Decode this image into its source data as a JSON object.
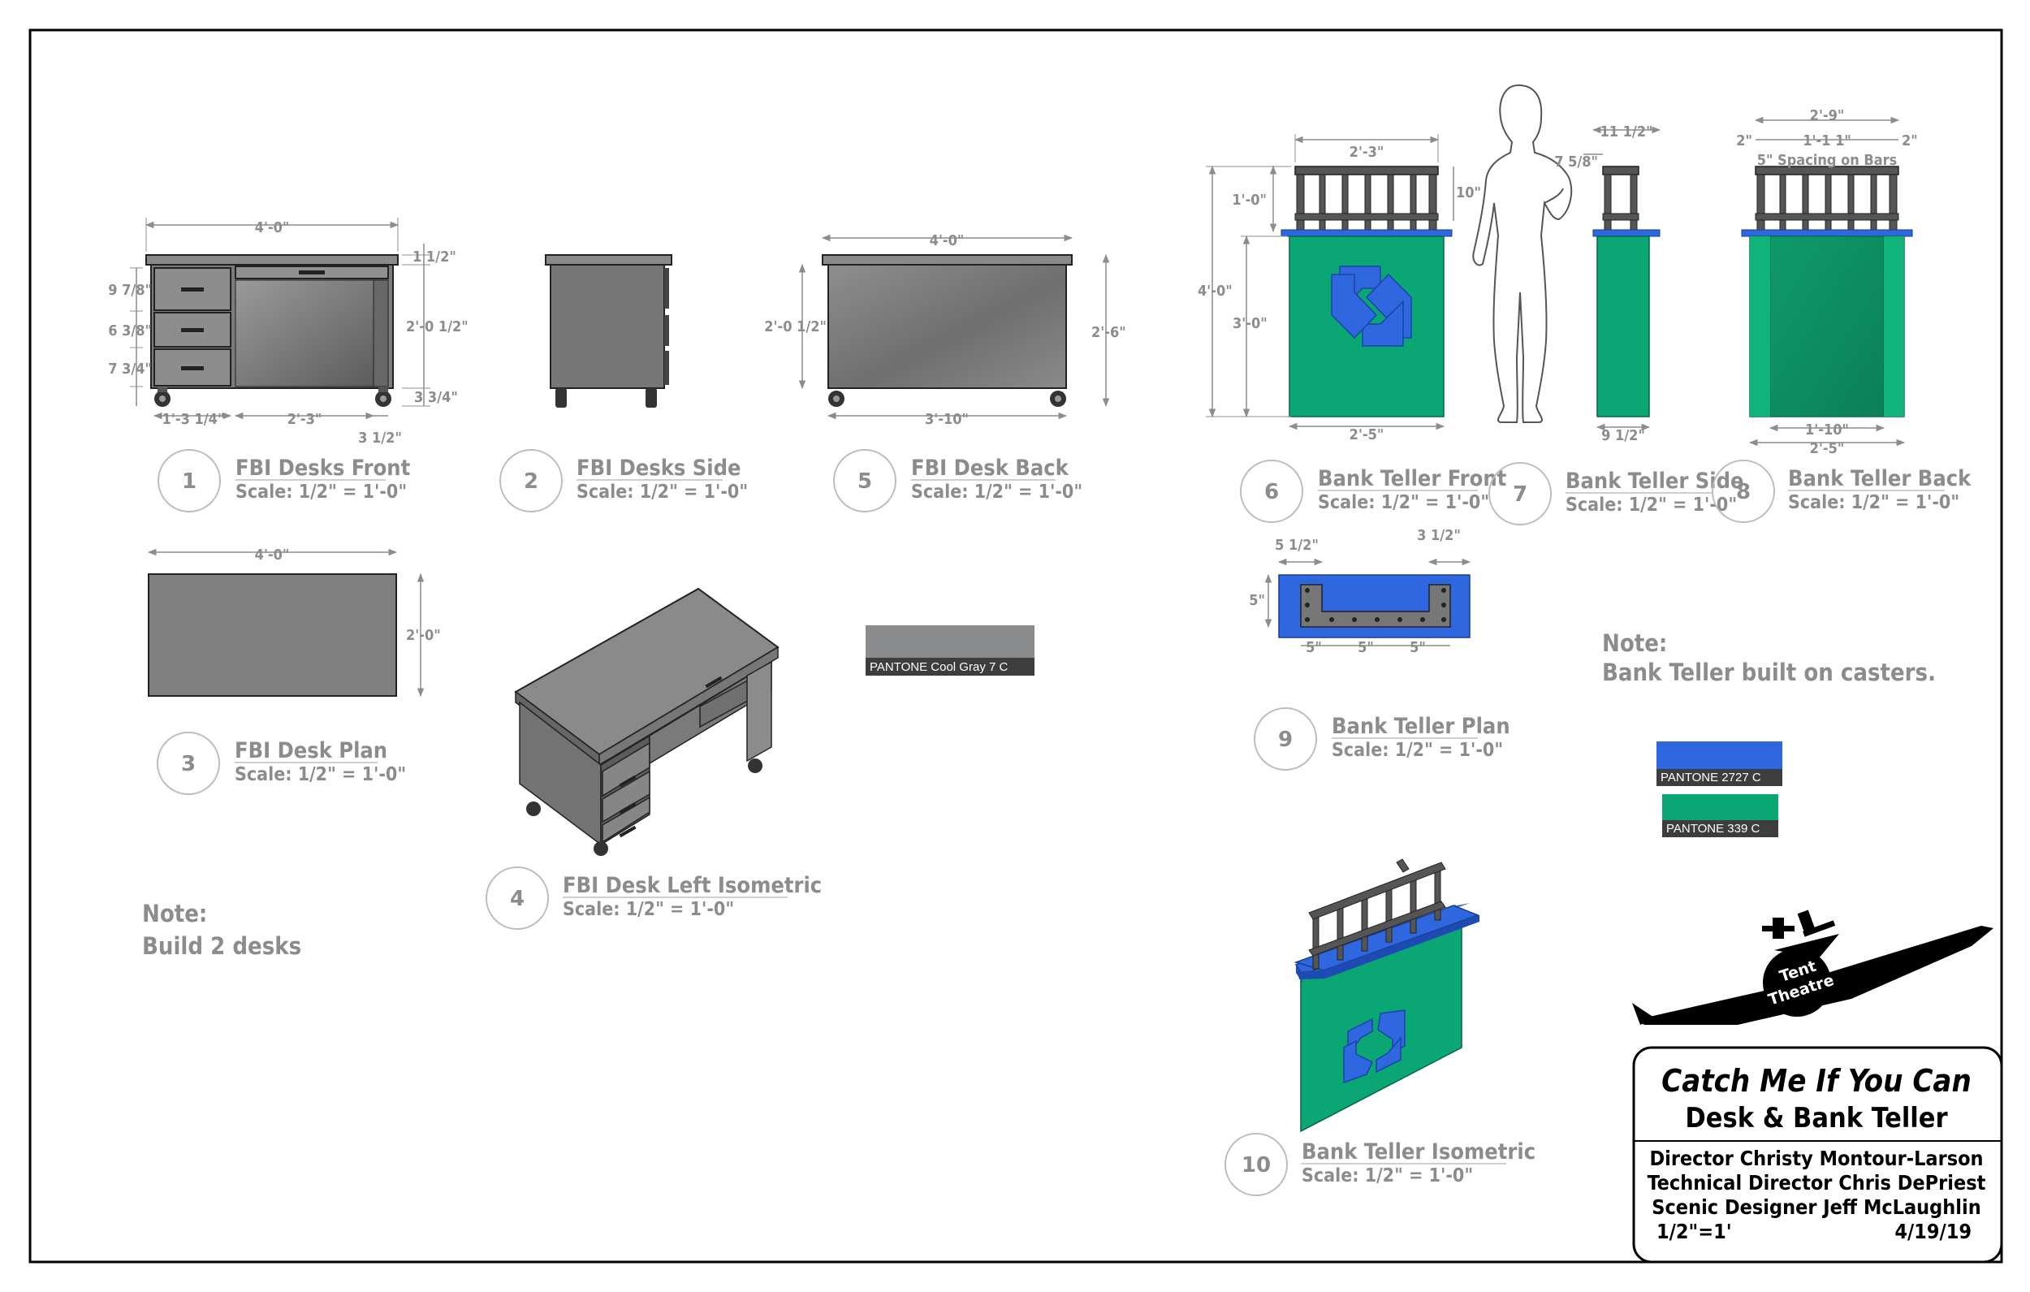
{
  "views": {
    "v1": {
      "number": "1",
      "title": "FBI Desks Front",
      "scale": "Scale: 1/2\" = 1'-0\""
    },
    "v2": {
      "number": "2",
      "title": "FBI Desks Side",
      "scale": "Scale: 1/2\" = 1'-0\""
    },
    "v5": {
      "number": "5",
      "title": "FBI Desk Back",
      "scale": "Scale: 1/2\" = 1'-0\""
    },
    "v6": {
      "number": "6",
      "title": "Bank Teller Front",
      "scale": "Scale: 1/2\" = 1'-0\""
    },
    "v7": {
      "number": "7",
      "title": "Bank Teller Side",
      "scale": "Scale: 1/2\" = 1'-0\""
    },
    "v8": {
      "number": "8",
      "title": "Bank Teller Back",
      "scale": "Scale: 1/2\" = 1'-0\""
    },
    "v3": {
      "number": "3",
      "title": "FBI Desk Plan",
      "scale": "Scale: 1/2\" = 1'-0\""
    },
    "v4": {
      "number": "4",
      "title": "FBI Desk Left Isometric",
      "scale": "Scale: 1/2\" = 1'-0\""
    },
    "v9": {
      "number": "9",
      "title": "Bank Teller Plan",
      "scale": "Scale: 1/2\" = 1'-0\""
    },
    "v10": {
      "number": "10",
      "title": "Bank Teller Isometric",
      "scale": "Scale: 1/2\" = 1'-0\""
    }
  },
  "dims": {
    "d1_width": "4'-0\"",
    "d1_top": "1 1/2\"",
    "d1_drawer1": "9 7/8\"",
    "d1_drawer2": "6 3/8\"",
    "d1_drawer3": "7 3/4\"",
    "d1_height": "2'-0 1/2\"",
    "d1_caster": "3 3/4\"",
    "d1_pedestal": "1'-3 1/4\"",
    "d1_knee": "2'-3\"",
    "d1_side": "3 1/2\"",
    "d5_width": "4'-0\"",
    "d5_height": "2'-0 1/2\"",
    "d5_overall": "2'-6\"",
    "d5_base": "3'-10\"",
    "d3_width": "4'-0\"",
    "d3_depth": "2'-0\"",
    "t6_bar_w": "2'-3\"",
    "t6_bar_h": "1'-0\"",
    "t6_bar_10": "10\"",
    "t6_total": "4'-0\"",
    "t6_body": "3'-0\"",
    "t6_base": "2'-5\"",
    "t7_top": "11 1/2\"",
    "t7_bar": "7 5/8\"",
    "t7_base": "9 1/2\"",
    "t8_top": "2'-9\"",
    "t8_left": "2\"",
    "t8_mid": "1'-1 1\"",
    "t8_right": "2\"",
    "t8_spacing": "5\" Spacing on Bars",
    "t8_in": "1'-10\"",
    "t8_out": "2'-5\"",
    "t9_left": "5 1/2\"",
    "t9_right": "3 1/2\"",
    "t9_depth": "5\"",
    "t9_s1": "5\"",
    "t9_s2": "5\"",
    "t9_s3": "5\""
  },
  "swatches": {
    "gray": {
      "label": "PANTONE Cool Gray 7 C",
      "color": "#8a8b8c"
    },
    "blue": {
      "label": "PANTONE 2727 C",
      "color": "#2f67e0"
    },
    "green": {
      "label": "PANTONE 339 C",
      "color": "#0aa674"
    }
  },
  "notes": {
    "desk": {
      "heading": "Note:",
      "body": "Build 2 desks"
    },
    "teller": {
      "heading": "Note:",
      "body": "Bank Teller built on casters."
    }
  },
  "logo": {
    "line1": "Tent",
    "line2": "Theatre"
  },
  "title_block": {
    "show": "Catch Me If You Can",
    "subtitle": "Desk & Bank Teller",
    "director": "Director Christy Montour-Larson",
    "technical_director": "Technical Director Chris DePriest",
    "scenic_designer": "Scenic Designer Jeff McLaughlin",
    "scale": "1/2\"=1'",
    "date": "4/19/19"
  }
}
